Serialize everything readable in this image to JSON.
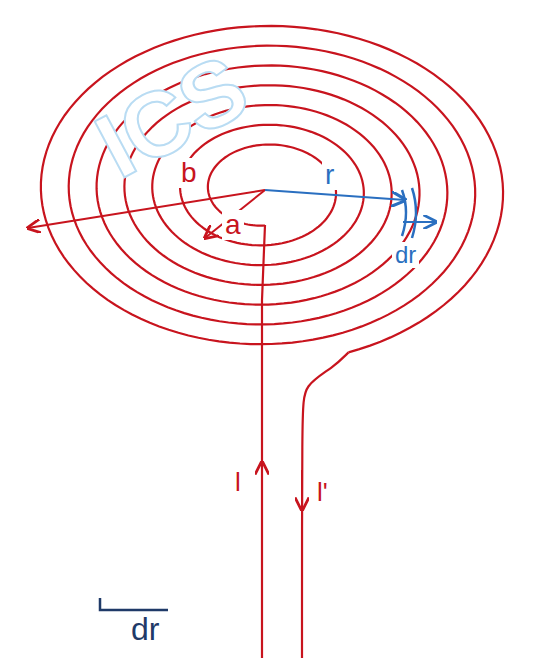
{
  "diagram": {
    "labels": [
      "ICS",
      "b",
      "a",
      "r",
      "dr",
      "l",
      "l'",
      "dr"
    ]
  }
}
